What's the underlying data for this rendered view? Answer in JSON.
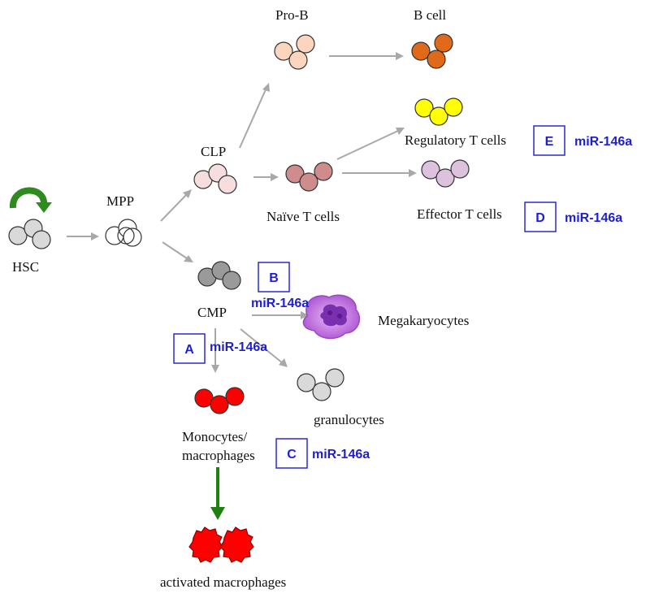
{
  "nodes": {
    "hsc": "HSC",
    "mpp": "MPP",
    "clp": "CLP",
    "pro_b": "Pro-B",
    "b_cell": "B cell",
    "naive_t": "Naïve T cells",
    "treg": "Regulatory T cells",
    "teff": "Effector T cells",
    "cmp": "CMP",
    "megakaryocytes": "Megakaryocytes",
    "granulocytes": "granulocytes",
    "monocytes_line1": "Monocytes/",
    "monocytes_line2": "macrophages",
    "activated": "activated macrophages"
  },
  "targets": [
    {
      "letter": "A",
      "mirna": "miR-146a"
    },
    {
      "letter": "B",
      "mirna": "miR-146a"
    },
    {
      "letter": "C",
      "mirna": "miR-146a"
    },
    {
      "letter": "D",
      "mirna": "miR-146a"
    },
    {
      "letter": "E",
      "mirna": "miR-146a"
    }
  ],
  "colors": {
    "hsc": "#d9d9d9",
    "clp": "#f7dede",
    "pro_b": "#fbd5bd",
    "b_cell": "#e06a1a",
    "naive_t": "#cf8c8c",
    "treg": "#ffff00",
    "teff": "#dcc2dc",
    "cmp": "#9a9a9a",
    "granulocytes": "#d9d9d9",
    "monocytes": "#ff0000",
    "self_renewal": "#2f8a1f",
    "activation_arrow": "#1f7f10",
    "megakaryocyte": "#c27be0",
    "target_text": "#1f1fd0"
  },
  "icons": {
    "self_renewal": "curved-arrow-icon",
    "activation": "down-arrow-icon"
  }
}
